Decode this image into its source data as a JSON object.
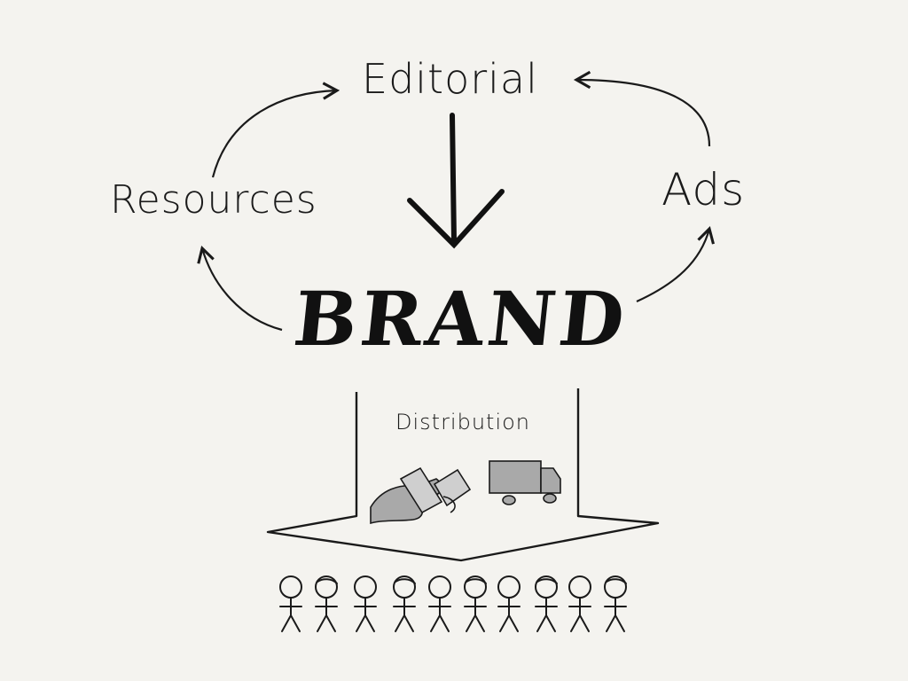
{
  "labels": {
    "editorial": "Editorial",
    "resources": "Resources",
    "ads": "Ads",
    "brand": "BRAND",
    "distribution": "Distribution"
  },
  "colors": {
    "background": "#f4f3ef",
    "ink": "#1a1a1a",
    "fill_gray": "#a9a9a9"
  },
  "audience": {
    "count": 10,
    "icon": "stick-figure-icon"
  },
  "distribution_icons": [
    "hand-with-money-icon",
    "delivery-truck-icon"
  ]
}
